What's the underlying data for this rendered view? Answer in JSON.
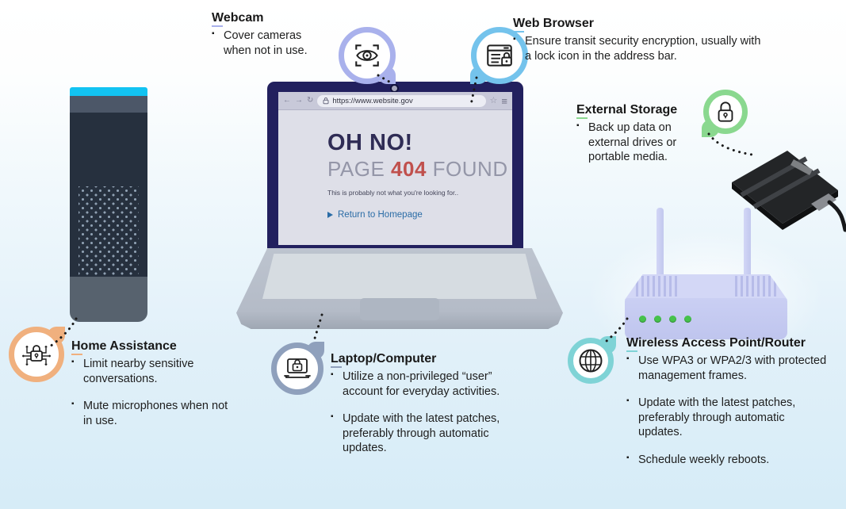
{
  "sections": {
    "webcam": {
      "title": "Webcam",
      "bullets": [
        "Cover cameras when not in use."
      ],
      "accent": "#a9b1ec",
      "icon": "eye-scan-icon"
    },
    "web_browser": {
      "title": "Web Browser",
      "bullets": [
        "Ensure transit security encryption, usually with a lock icon in the address bar."
      ],
      "accent": "#74c3ec",
      "icon": "browser-lock-icon"
    },
    "external_storage": {
      "title": "External Storage",
      "bullets": [
        "Back up data on external drives or portable media."
      ],
      "accent": "#8ad88f",
      "icon": "padlock-icon"
    },
    "home_assistance": {
      "title": "Home Assistance",
      "bullets": [
        "Limit nearby sensitive conversations.",
        "Mute microphones when not in use."
      ],
      "accent": "#f0b07e",
      "icon": "circuit-lock-icon"
    },
    "laptop_computer": {
      "title": "Laptop/Computer",
      "bullets": [
        "Utilize a non-privileged “user” account for everyday activities.",
        "Update with the latest patches, preferably through automatic updates."
      ],
      "accent": "#8fa0bc",
      "icon": "laptop-lock-icon"
    },
    "wireless_router": {
      "title": "Wireless Access Point/Router",
      "bullets": [
        "Use WPA3 or WPA2/3 with protected management frames.",
        "Update with the latest patches, preferably through automatic updates.",
        "Schedule weekly reboots."
      ],
      "accent": "#7fd3d6",
      "icon": "globe-icon"
    }
  },
  "laptop_screen": {
    "url": "https://www.website.gov",
    "nav_icons": {
      "back": "←",
      "forward": "→",
      "refresh": "↻",
      "star": "☆",
      "menu": "≡"
    },
    "error_title": "OH NO!",
    "error_line": {
      "pre": "PAGE ",
      "code": "404",
      "post": " FOUND"
    },
    "error_caption": "This is probably not what you're looking for..",
    "home_link": "Return to Homepage"
  },
  "colors": {
    "laptop_bezel": "#22205e",
    "error_title": "#2f2c55",
    "error_gray": "#9496a8",
    "error_code": "#c0504d",
    "link_blue": "#2a6ca6",
    "speaker_light_ring": "#12c3f2",
    "router_led_green": "#46c24c"
  }
}
